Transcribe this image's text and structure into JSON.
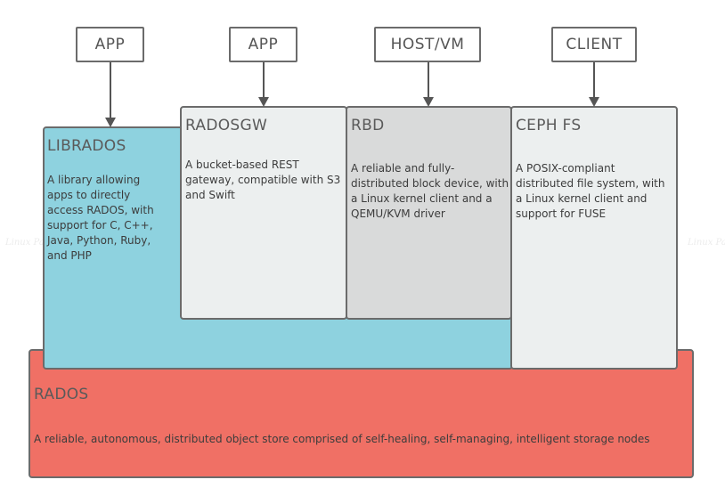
{
  "clients": [
    {
      "label": "APP"
    },
    {
      "label": "APP"
    },
    {
      "label": "HOST/VM"
    },
    {
      "label": "CLIENT"
    }
  ],
  "components": {
    "librados": {
      "title": "LIBRADOS",
      "description": "A library allowing apps to directly access RADOS, with support for C, C++, Java, Python, Ruby, and PHP",
      "color": "#8ed2df"
    },
    "radosgw": {
      "title": "RADOSGW",
      "description": "A bucket-based REST gateway, compatible with S3 and Swift",
      "color": "#ecefef"
    },
    "rbd": {
      "title": "RBD",
      "description": "A reliable and fully-distributed block device, with a Linux kernel client and a QEMU/KVM driver",
      "color": "#d9dada"
    },
    "cephfs": {
      "title": "CEPH FS",
      "description": "A POSIX-compliant distributed file system, with a Linux kernel client and support for FUSE",
      "color": "#ecefef"
    },
    "rados": {
      "title": "RADOS",
      "description": "A reliable, autonomous, distributed object store comprised of self-healing, self-managing, intelligent storage nodes",
      "color": "#f07065"
    }
  },
  "watermark": {
    "text": "Linux Packages"
  }
}
